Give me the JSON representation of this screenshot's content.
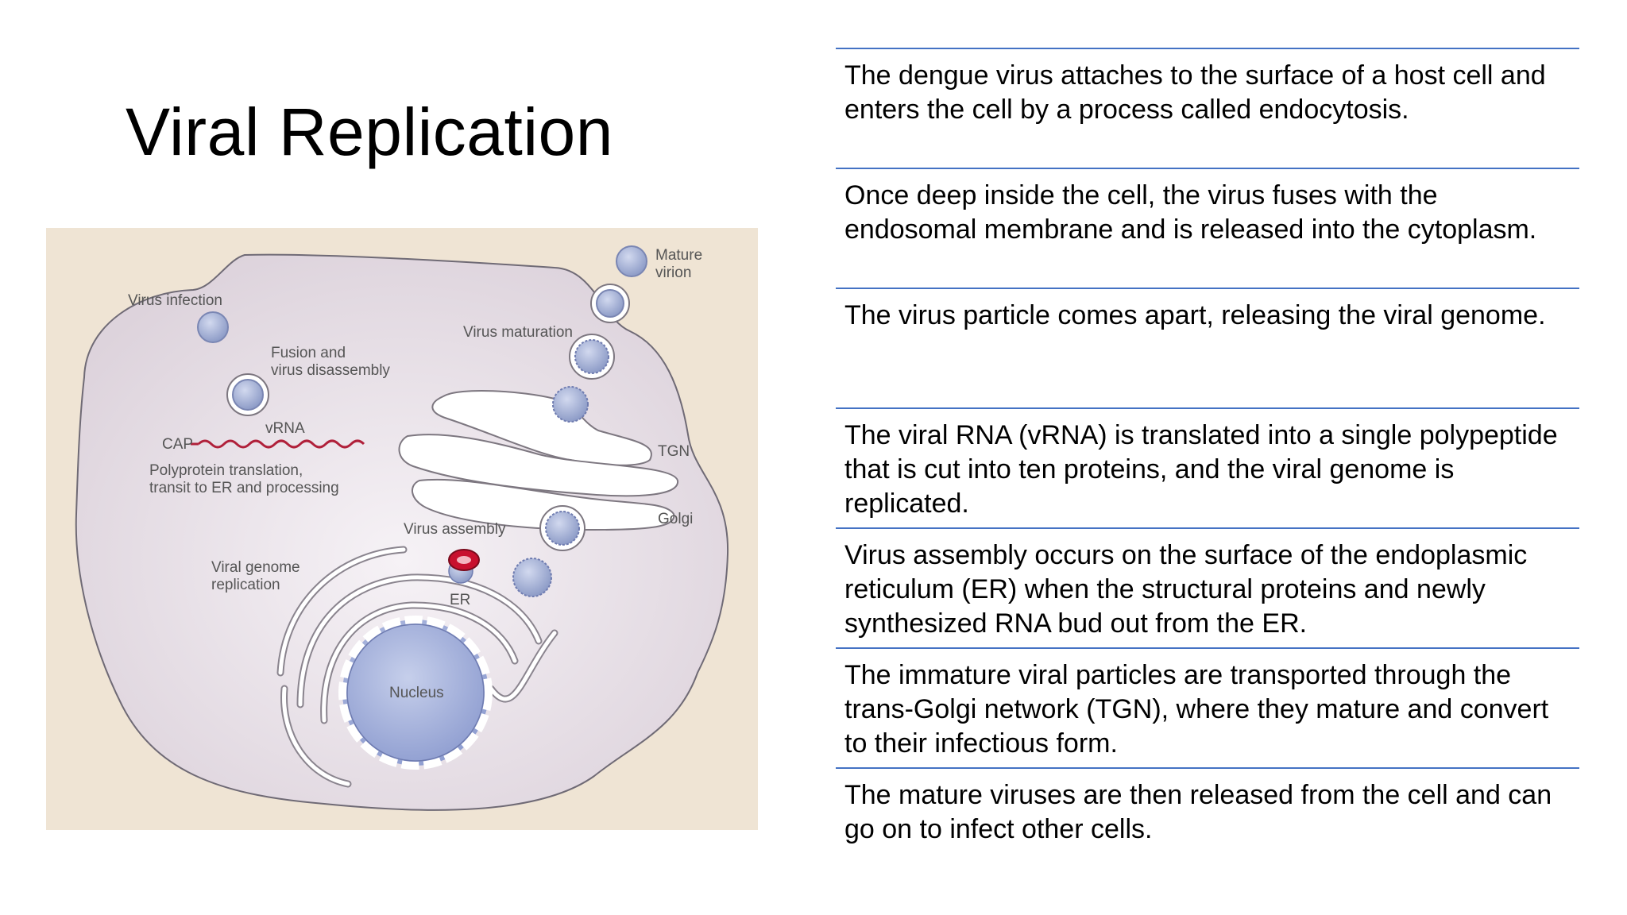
{
  "slide": {
    "title": "Viral Replication"
  },
  "diagram": {
    "labels": {
      "mature_virion_1": "Mature",
      "mature_virion_2": "virion",
      "virus_infection": "Virus infection",
      "virus_maturation": "Virus maturation",
      "fusion_1": "Fusion and",
      "fusion_2": "virus disassembly",
      "vrna": "vRNA",
      "cap": "CAP",
      "polyprotein_1": "Polyprotein translation,",
      "polyprotein_2": "transit to ER and processing",
      "tgn": "TGN",
      "golgi": "Golgi",
      "virus_assembly": "Virus assembly",
      "genome_replication_1": "Viral genome",
      "genome_replication_2": "replication",
      "er": "ER",
      "nucleus": "Nucleus"
    },
    "colors": {
      "background": "#efe4d4",
      "cell": "#e6dde3",
      "nucleus": "#a9b6de",
      "virion": "#a7b3d6",
      "rna": "#b0203a",
      "assembly": "#c8102e"
    }
  },
  "steps": [
    "The dengue virus attaches to the surface of a host cell and enters the cell by a process called endocytosis.",
    "Once deep inside the cell, the virus fuses with the endosomal membrane and is released into the cytoplasm.",
    "The virus particle comes apart, releasing the viral genome.",
    "The viral RNA (vRNA) is translated into a single polypeptide that is cut into ten proteins, and the viral genome is replicated.",
    "Virus assembly occurs on the surface of the endoplasmic reticulum (ER) when the structural proteins and newly synthesized RNA bud out from the ER.",
    "The immature viral particles are transported through the trans-Golgi network (TGN), where they mature and convert to their infectious form.",
    "The mature viruses are then released from the cell and can go on to infect other cells."
  ],
  "table": {
    "border_color": "#4472c4"
  }
}
